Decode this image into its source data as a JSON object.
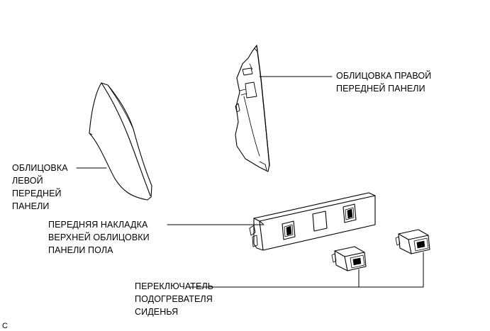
{
  "callouts": {
    "right_front_panel_trim": {
      "lines": [
        "ОБЛИЦОВКА ПРАВОЙ",
        "ПЕРЕДНЕЙ ПАНЕЛИ"
      ]
    },
    "left_front_panel_trim": {
      "lines": [
        "ОБЛИЦОВКА",
        "ЛЕВОЙ",
        "ПЕРЕДНЕЙ",
        "ПАНЕЛИ"
      ]
    },
    "floor_panel_upper_trim_front": {
      "lines": [
        "ПЕРЕДНЯЯ НАКЛАДКА",
        "ВЕРХНЕЙ ОБЛИЦОВКИ",
        "ПАНЕЛИ ПОЛА"
      ]
    },
    "seat_heater_switch": {
      "lines": [
        "ПЕРЕКЛЮЧАТЕЛЬ",
        "ПОДОГРЕВАТЕЛЯ",
        "СИДЕНЬЯ"
      ]
    }
  },
  "figure_code": "C",
  "colors": {
    "ink": "#000000",
    "paper": "#ffffff"
  }
}
